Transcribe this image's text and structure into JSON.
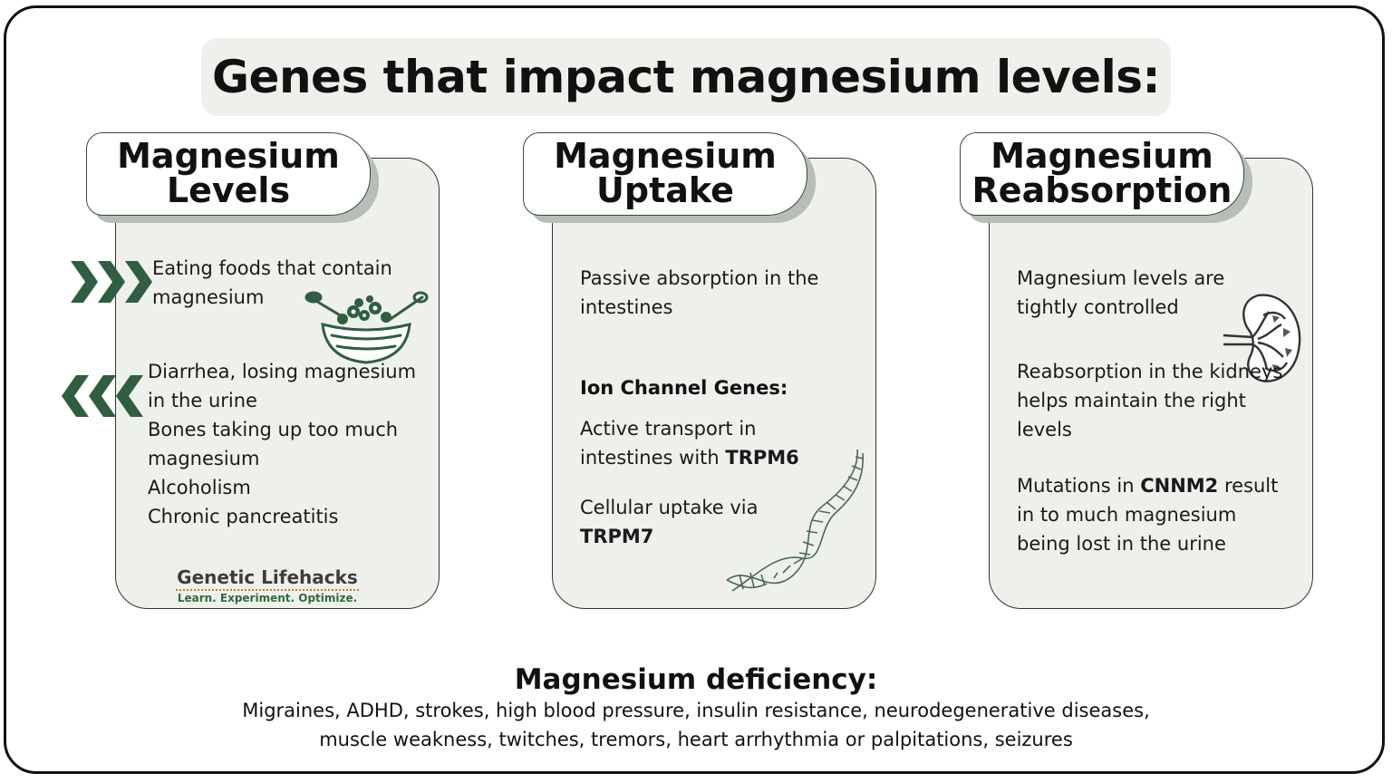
{
  "title": "Genes that impact magnesium levels:",
  "cards": [
    {
      "heading_line1": "Magnesium",
      "heading_line2": "Levels",
      "increase_text": "Eating foods that contain magnesium",
      "decrease_items": [
        "Diarrhea, losing magnesium in the urine",
        "Bones taking up too much magnesium",
        "Alcoholism",
        "Chronic pancreatitis"
      ],
      "brand_name": "Genetic Lifehacks",
      "brand_tagline": "Learn. Experiment. Optimize."
    },
    {
      "heading_line1": "Magnesium",
      "heading_line2": "Uptake",
      "intro": "Passive absorption in the intestines",
      "subheading": "Ion Channel Genes:",
      "active_prefix": "Active transport in intestines with ",
      "active_gene": "TRPM6",
      "cellular_prefix": "Cellular uptake via ",
      "cellular_gene": "TRPM7"
    },
    {
      "heading_line1": "Magnesium",
      "heading_line2": "Reabsorption",
      "item1": "Magnesium levels are tightly controlled",
      "item2": "Reabsorption in the kidneys helps maintain the right levels",
      "item3_prefix": "Mutations in ",
      "item3_gene": "CNNM2",
      "item3_suffix": " result in to much magnesium being lost in the urine"
    }
  ],
  "deficiency": {
    "title": "Magnesium deficiency:",
    "symptoms": "Migraines, ADHD, strokes, high blood pressure, insulin resistance, neurodegenerative diseases, muscle weakness, twitches, tremors, heart arrhythmia or palpitations, seizures"
  },
  "icons": {
    "increase": "chevron-right-triple-icon",
    "decrease": "chevron-left-triple-icon",
    "food": "salad-bowl-icon",
    "dna": "dna-helix-icon",
    "kidney": "kidney-icon"
  },
  "colors": {
    "accent_green": "#2f5e40",
    "card_bg": "#eef0ec",
    "brand_orange": "#c77a2a"
  }
}
